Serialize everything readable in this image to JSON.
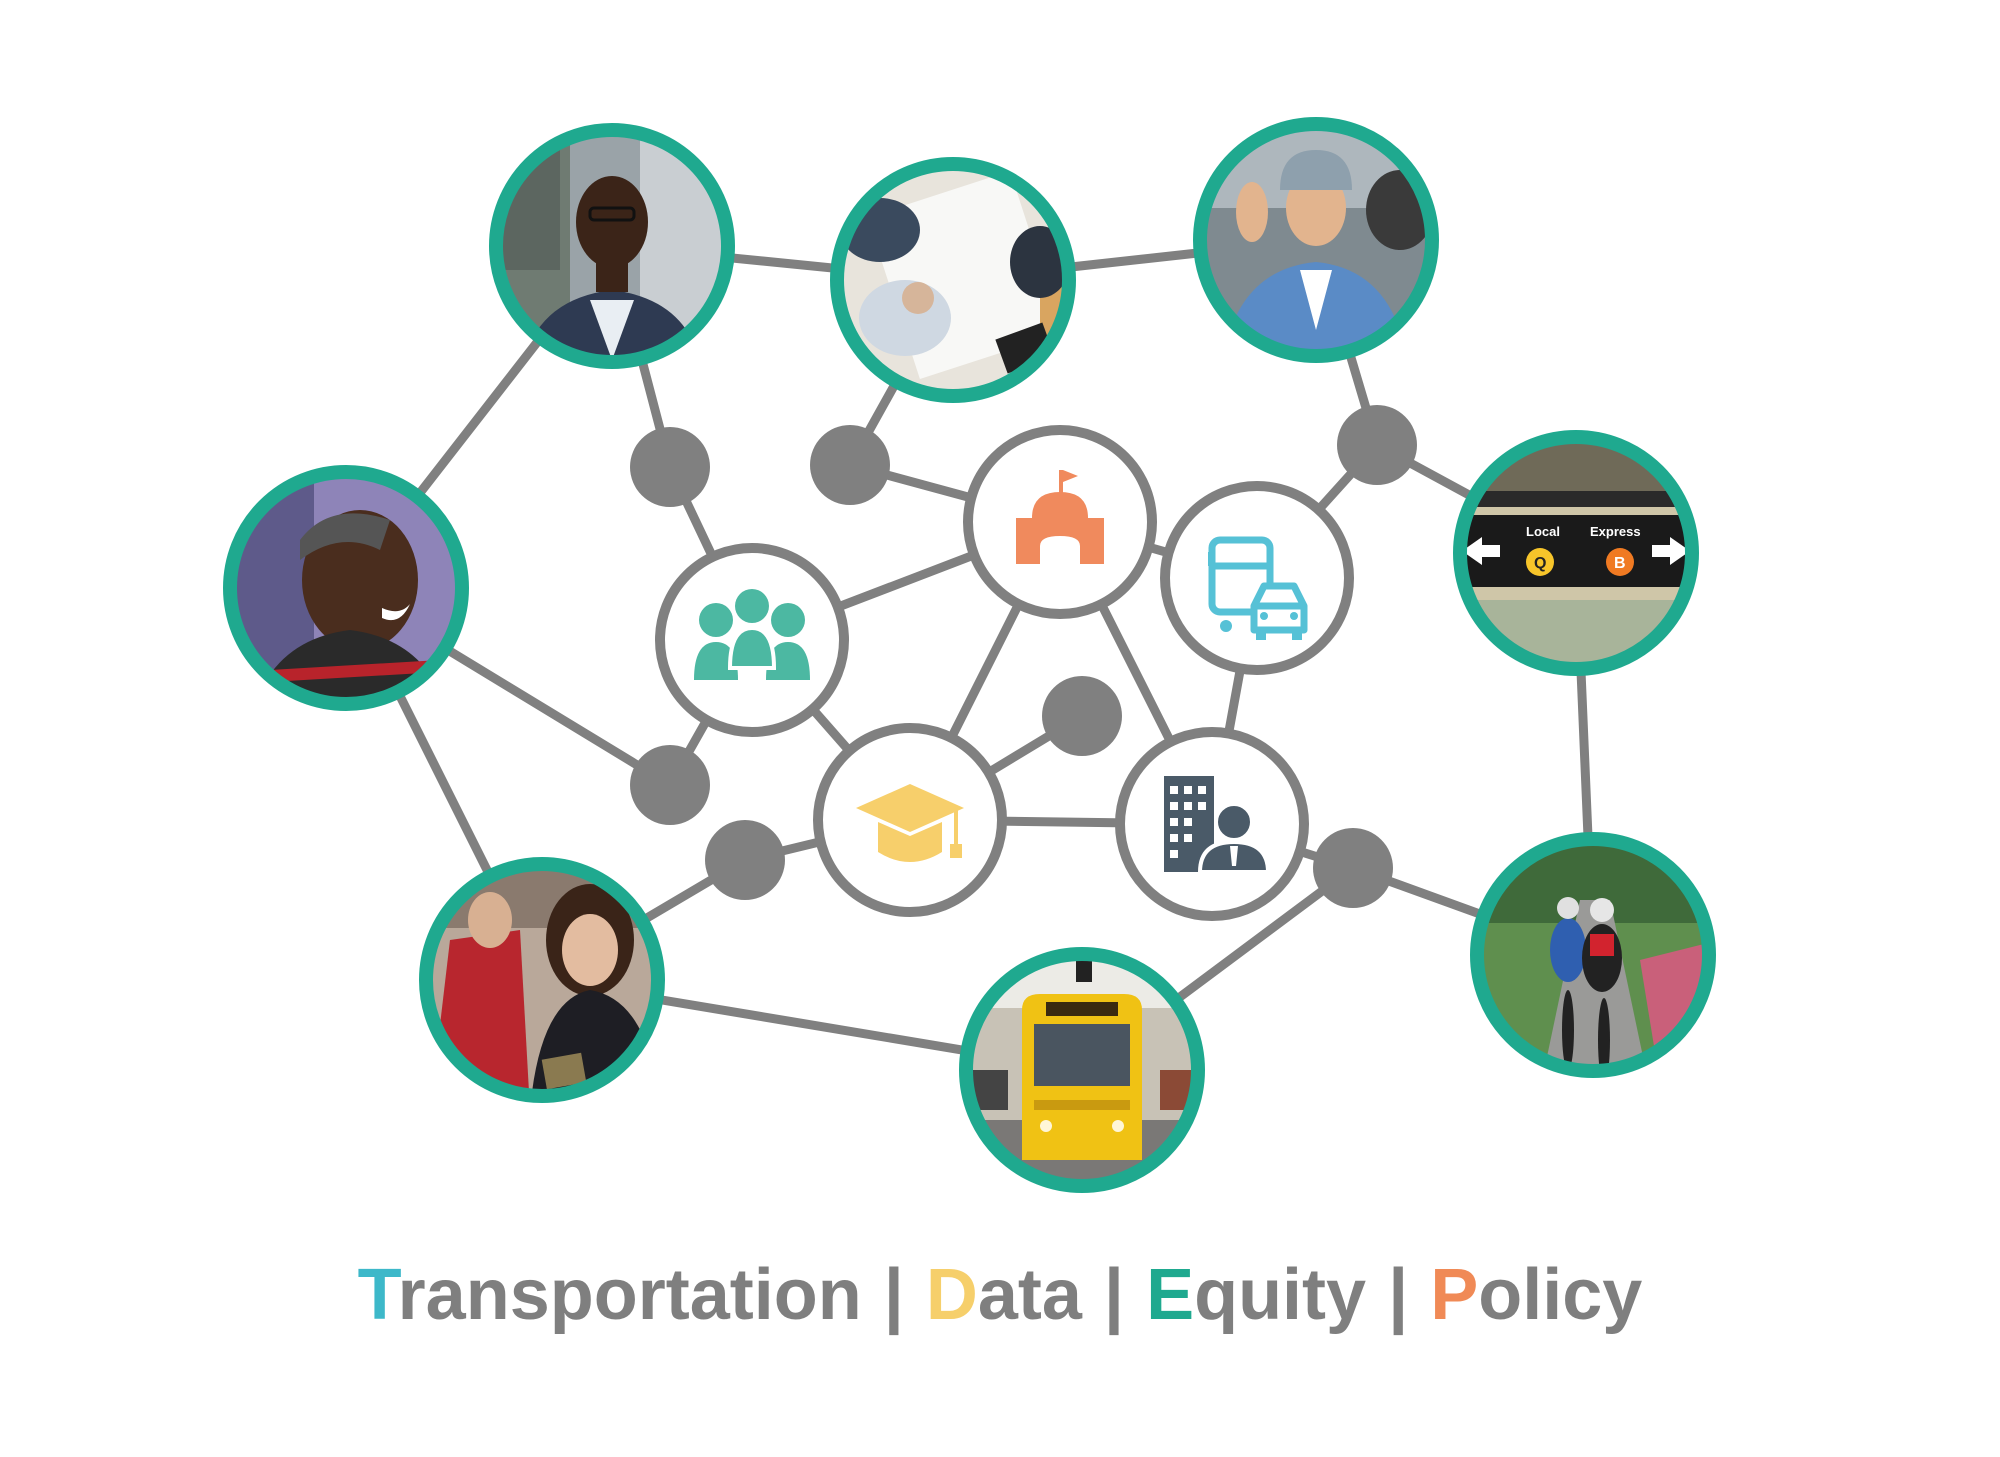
{
  "tagline": {
    "words": [
      {
        "initial": "T",
        "rest": "ransportation"
      },
      {
        "initial": "D",
        "rest": "ata"
      },
      {
        "initial": "E",
        "rest": "quity"
      },
      {
        "initial": "P",
        "rest": "olicy"
      }
    ],
    "separator": "|"
  },
  "sign": {
    "local_label": "Local",
    "express_label": "Express",
    "local_line": "Q",
    "express_line": "B"
  },
  "colors": {
    "ring": "#1fa98f",
    "network_gray": "#808080",
    "transportation": "#3db8c9",
    "data": "#f6cf6b",
    "equity": "#1fa98f",
    "policy": "#f08a56",
    "building": "#4a5a68"
  },
  "icons": [
    "community-group-icon",
    "capitol-building-icon",
    "bus-and-car-icon",
    "graduation-cap-icon",
    "office-building-person-icon"
  ]
}
